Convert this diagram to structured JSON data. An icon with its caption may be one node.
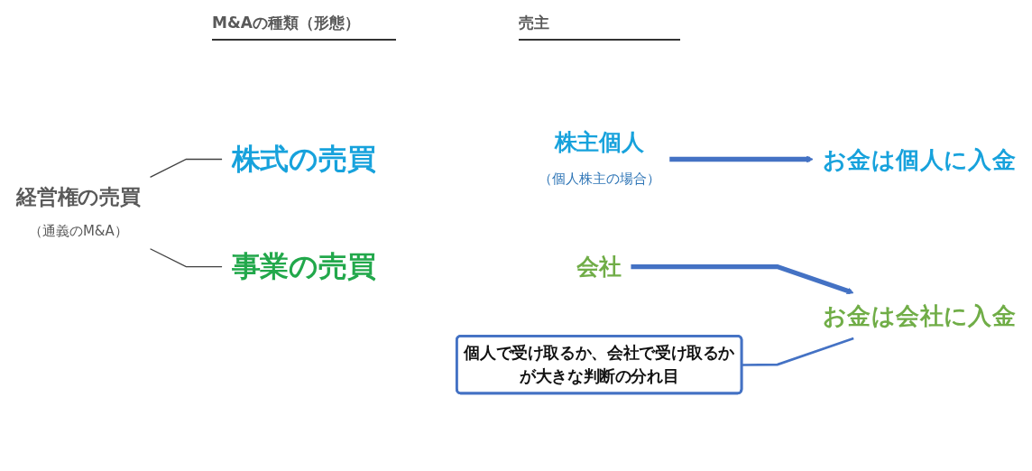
{
  "diagram": {
    "nodes": [
      {
        "text": [
          "経営権の売買",
          "（通義のM&A）"
        ]
      },
      {
        "text": [
          "株式の売買"
        ]
      },
      {
        "text": [
          "事業の売買"
        ]
      },
      {
        "text": [
          "株主個人",
          "（個人株主の場合）"
        ]
      },
      {
        "text": [
          "会社"
        ]
      },
      {
        "text": [
          "お金は個人に入金"
        ]
      },
      {
        "text": [
          "お金は会社に入金"
        ]
      },
      {
        "text": [
          "個人で受け取るか、会社で受け取るかが大きな判断の分れ目"
        ]
      }
    ],
    "edges": [
      {
        "from": 0,
        "to": 1,
        "arrow": "none",
        "color": "#404040"
      },
      {
        "from": 0,
        "to": 2,
        "arrow": "none",
        "color": "#404040"
      },
      {
        "from": 3,
        "to": 5,
        "arrow": "to",
        "style": "thick",
        "color": "#4472c4"
      },
      {
        "from": 4,
        "to": 6,
        "arrow": "to",
        "style": "thick",
        "color": "#4472c4"
      },
      {
        "from": 7,
        "to": 6,
        "arrow": "none",
        "color": "#4472c4"
      }
    ],
    "labels": [
      "M&Aの種類（形態）",
      "売主"
    ]
  }
}
